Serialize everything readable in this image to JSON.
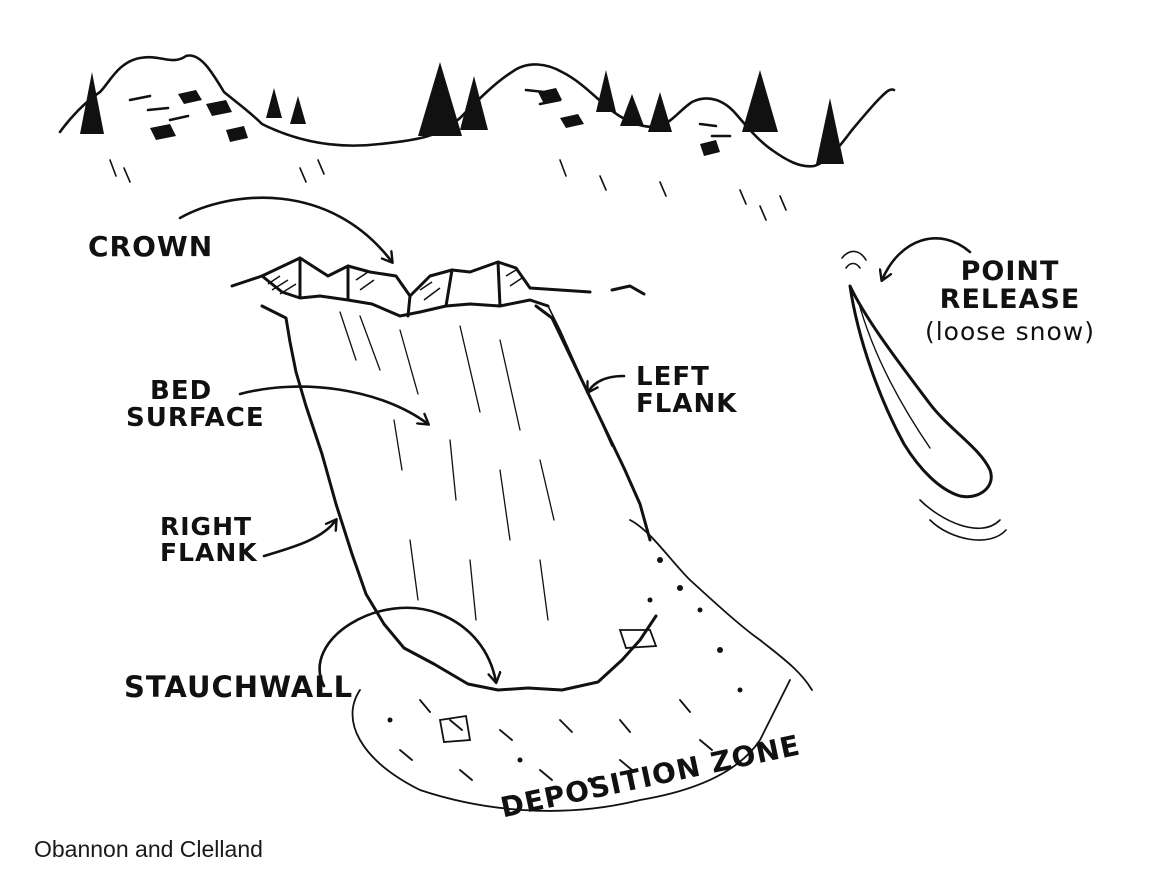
{
  "labels": {
    "crown": "CROWN",
    "bed_surface_line1": "BED",
    "bed_surface_line2": "SURFACE",
    "left_flank_line1": "LEFT",
    "left_flank_line2": "FLANK",
    "right_flank_line1": "RIGHT",
    "right_flank_line2": "FLANK",
    "stauchwall": "STAUCHWALL",
    "point_release_line1": "POINT",
    "point_release_line2": "RELEASE",
    "point_release_line3": "(loose snow)",
    "deposition_zone": "DEPOSITION ZONE"
  },
  "credit": "Obannon and Clelland",
  "colors": {
    "ink": "#111111",
    "background": "#ffffff"
  }
}
